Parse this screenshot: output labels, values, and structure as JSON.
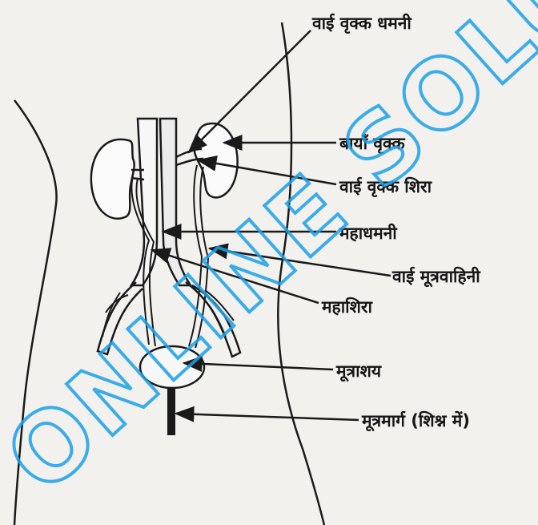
{
  "watermark": "ONLINE SOLUTI",
  "labels": {
    "left_renal_artery": "वाई वृक्क धमनी",
    "left_kidney": "बायाँ वृक्क",
    "left_renal_vein": "वाई वृक्क शिरा",
    "aorta": "महाधमनी",
    "left_ureter": "वाई मूत्रवाहिनी",
    "vena_cava": "महाशिरा",
    "bladder": "मूत्राशय",
    "urethra": "मूत्रमार्ग (शिश्न में)"
  },
  "colors": {
    "line": "#1a1a1a",
    "watermark": "#1aa0e8",
    "paper": "#f3f1ee"
  }
}
